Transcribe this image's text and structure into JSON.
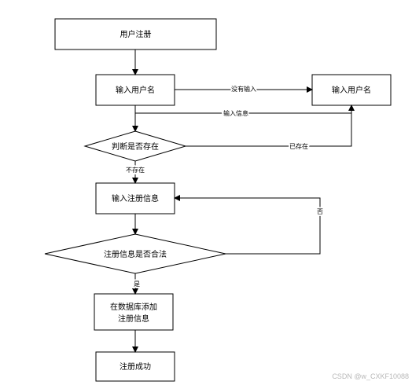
{
  "flowchart": {
    "nodes": {
      "register": "用户注册",
      "input_username": "输入用户名",
      "input_username_retry": "输入用户名",
      "check_username": "判断是否存在",
      "input_info": "输入注册信息",
      "check_info": "注册信息是否合法",
      "db_add_line1": "在数据库添加",
      "db_add_line2": "注册信息",
      "success": "注册成功"
    },
    "edges": {
      "no_input": "没有输入",
      "input_info": "输入信息",
      "exists": "已存在",
      "not_exists": "不存在",
      "no": "否",
      "yes": "是"
    }
  },
  "watermark": "CSDN @w_CXKF10088"
}
